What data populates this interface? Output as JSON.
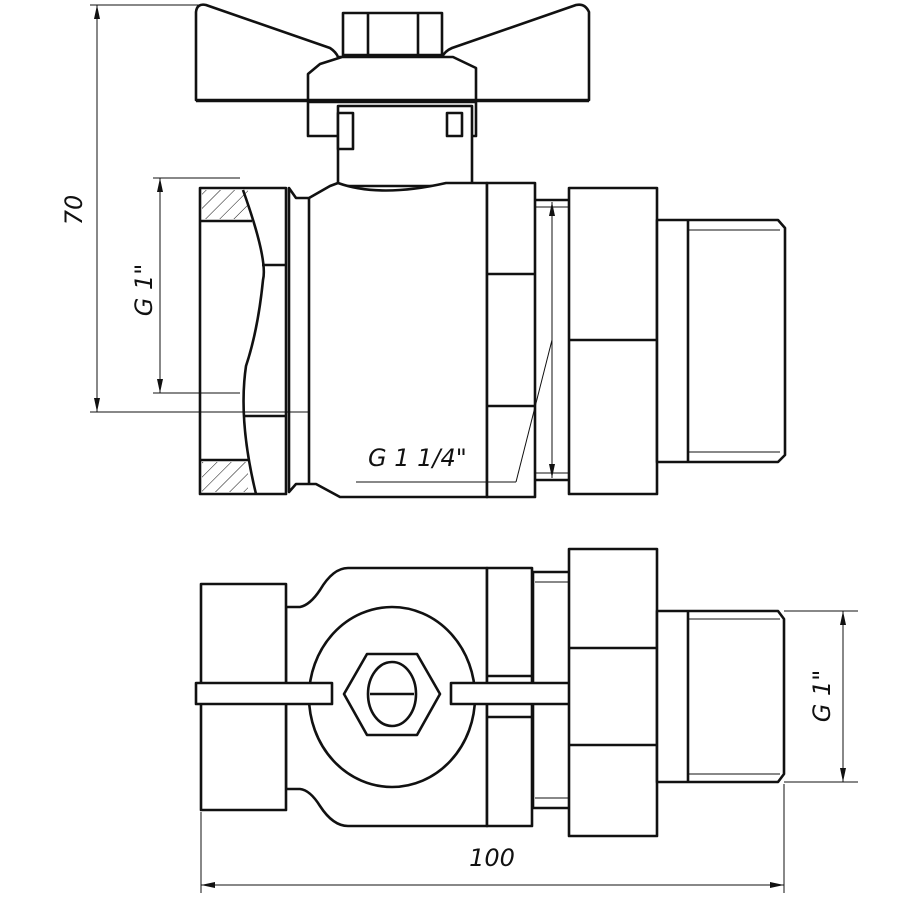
{
  "drawing": {
    "front_view": {
      "height_dimension": "70",
      "inlet_thread": "G 1\"",
      "union_thread": "G 1 1/4\""
    },
    "top_view": {
      "outlet_thread": "G 1\"",
      "length_dimension": "100"
    }
  }
}
